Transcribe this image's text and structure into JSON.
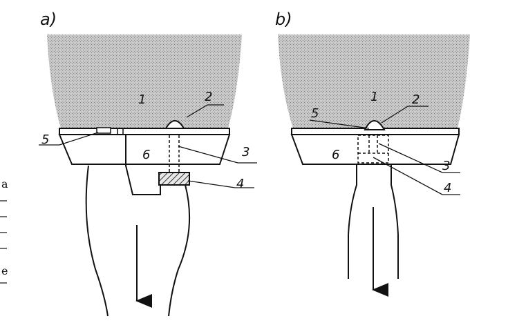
{
  "panels": [
    {
      "label": "a)",
      "callouts": [
        "1",
        "2",
        "3",
        "4",
        "5",
        "6"
      ]
    },
    {
      "label": "b)",
      "callouts": [
        "1",
        "2",
        "3",
        "4",
        "5",
        "6"
      ]
    }
  ],
  "margin_fragments": {
    "top": "a",
    "bottom": "e"
  },
  "colors": {
    "ink": "#111111",
    "charge": "#bdbdbd",
    "hatch": "#333333"
  }
}
